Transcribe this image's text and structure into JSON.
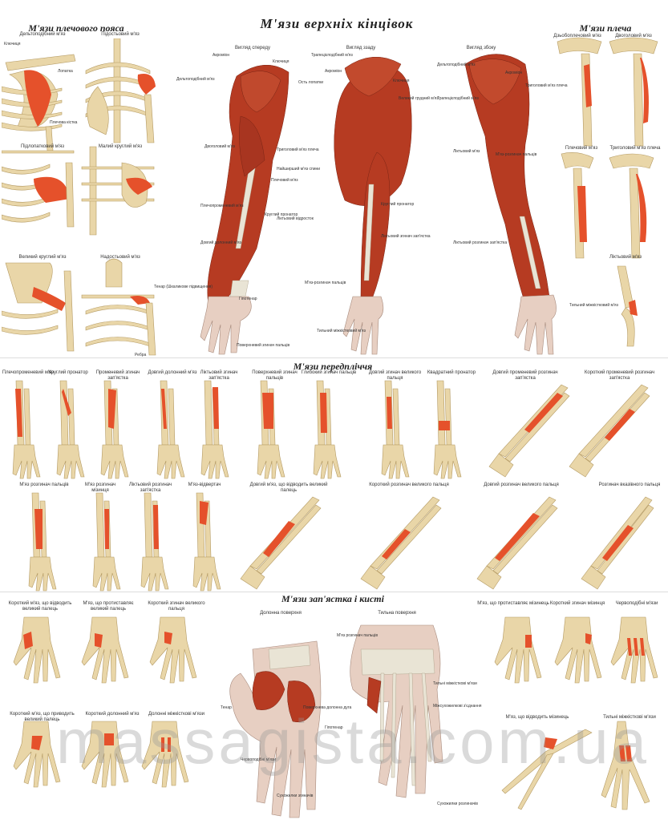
{
  "title": "М'язи верхніх кінцівок",
  "sections": {
    "shoulder_girdle": "М'язи плечового пояса",
    "shoulder": "М'язи плеча",
    "forearm": "М'язи передпліччя",
    "wrist_hand": "М'язи зап'ястка і кисті"
  },
  "girdle_figs": [
    "Дельтоподібний м'яз",
    "Підостьовий м'яз",
    "Підлопатковий м'яз",
    "Малий круглий м'яз",
    "Великий круглий м'яз",
    "Надостьовий м'яз"
  ],
  "main_views": [
    "Вигляд спереду",
    "Вигляд ззаду",
    "Вигляд збоку"
  ],
  "shoulder_figs": [
    "Дзьобоплечовий м'яз",
    "Двоголовий м'яз",
    "Плечовий м'яз",
    "Триголовий м'яз плеча",
    "Ліктьовий м'яз"
  ],
  "forearm_row1": [
    "Плечопроменевий м'яз",
    "Круглий пронатор",
    "Променевий згинач зап'ястка",
    "Довгий долонний м'яз",
    "Ліктьовий згинач зап'ястка",
    "Поверхневий згинач пальців",
    "Глибокий згинач пальців",
    "Довгий згинач великого пальця",
    "Квадратний пронатор",
    "Довгий променевий розгинач зап'ястка",
    "Короткий променевий розгинач зап'ястка"
  ],
  "forearm_row2": [
    "М'яз розгинач пальців",
    "М'яз розгинач мізинця",
    "Ліктьовий розгинач зап'ястка",
    "М'яз-відвертач",
    "Довгий м'яз, що відводить великий палець",
    "Короткий розгинач великого пальця",
    "Довгий розгинач великого пальця",
    "Розгинач вказівного пальця"
  ],
  "hand_row1": [
    "Короткий м'яз, що відводить великий палець",
    "М'яз, що протиставляє великий палець",
    "Короткий згинач великого пальця",
    "Долонна поверхня",
    "Тильна поверхня",
    "М'яз, що протиставляє мізинець",
    "Короткий згинач мізинця",
    "Червоподібні м'язи"
  ],
  "hand_row2": [
    "Короткий м'яз, що приводить великий палець",
    "Короткий долонний м'яз",
    "Долонні міжкісткові м'язи",
    "М'яз, що відводить мізинець",
    "Тильні міжкісткові м'язи"
  ],
  "labels": {
    "front": [
      "Акроміон",
      "Ключиця",
      "Дельтоподібний м'яз",
      "Двоголовий м'яз",
      "Плечовий м'яз",
      "Плечопроменевий м'яз",
      "Круглий пронатор",
      "Довгий долонний м'яз",
      "Тенар (Шкаликове підвищення)",
      "Гіпотенар",
      "Поверхневий згинач пальців"
    ],
    "back": [
      "Трапецієподібний м'яз",
      "Ключиця",
      "Акроміон",
      "Ость лопатки",
      "Великий грудний м'яз",
      "Найширший м'яз спини",
      "Триголовий м'яз плеча",
      "Ліктьовий відросток",
      "Круглий пронатор",
      "Ліктьовий згинач зап'ястка",
      "М'яз-розгинач пальців",
      "Тильний міжкістковий м'яз"
    ],
    "side": [
      "Дельтоподібний м'яз",
      "Акроміон",
      "Трапецієподібний м'яз",
      "Триголовий м'яз плеча",
      "Ліктьовий м'яз",
      "М'яз-розгинач пальців",
      "Ліктьовий розгинач зап'ястка",
      "Тильний міжкістковий м'яз"
    ],
    "girdle": [
      "Ключиця",
      "Лопатка",
      "Плечова кістка",
      "Ребра"
    ],
    "palm": [
      "Поверхнева долонна дуга",
      "Тенар",
      "Гіпотенар",
      "Червоподібні м'язи",
      "Сухожилки згиначів"
    ],
    "dorsum": [
      "М'яз розгинач пальців",
      "Тильні міжкісткові м'язи",
      "Міжсухожилкові з'єднання",
      "Сухожилки розгиначів"
    ]
  },
  "watermark": "massagista.com.ua",
  "colors": {
    "muscle": "#b63b22",
    "highlight": "#e5512b",
    "bone": "#e9d6a8",
    "background": "#ffffff"
  }
}
